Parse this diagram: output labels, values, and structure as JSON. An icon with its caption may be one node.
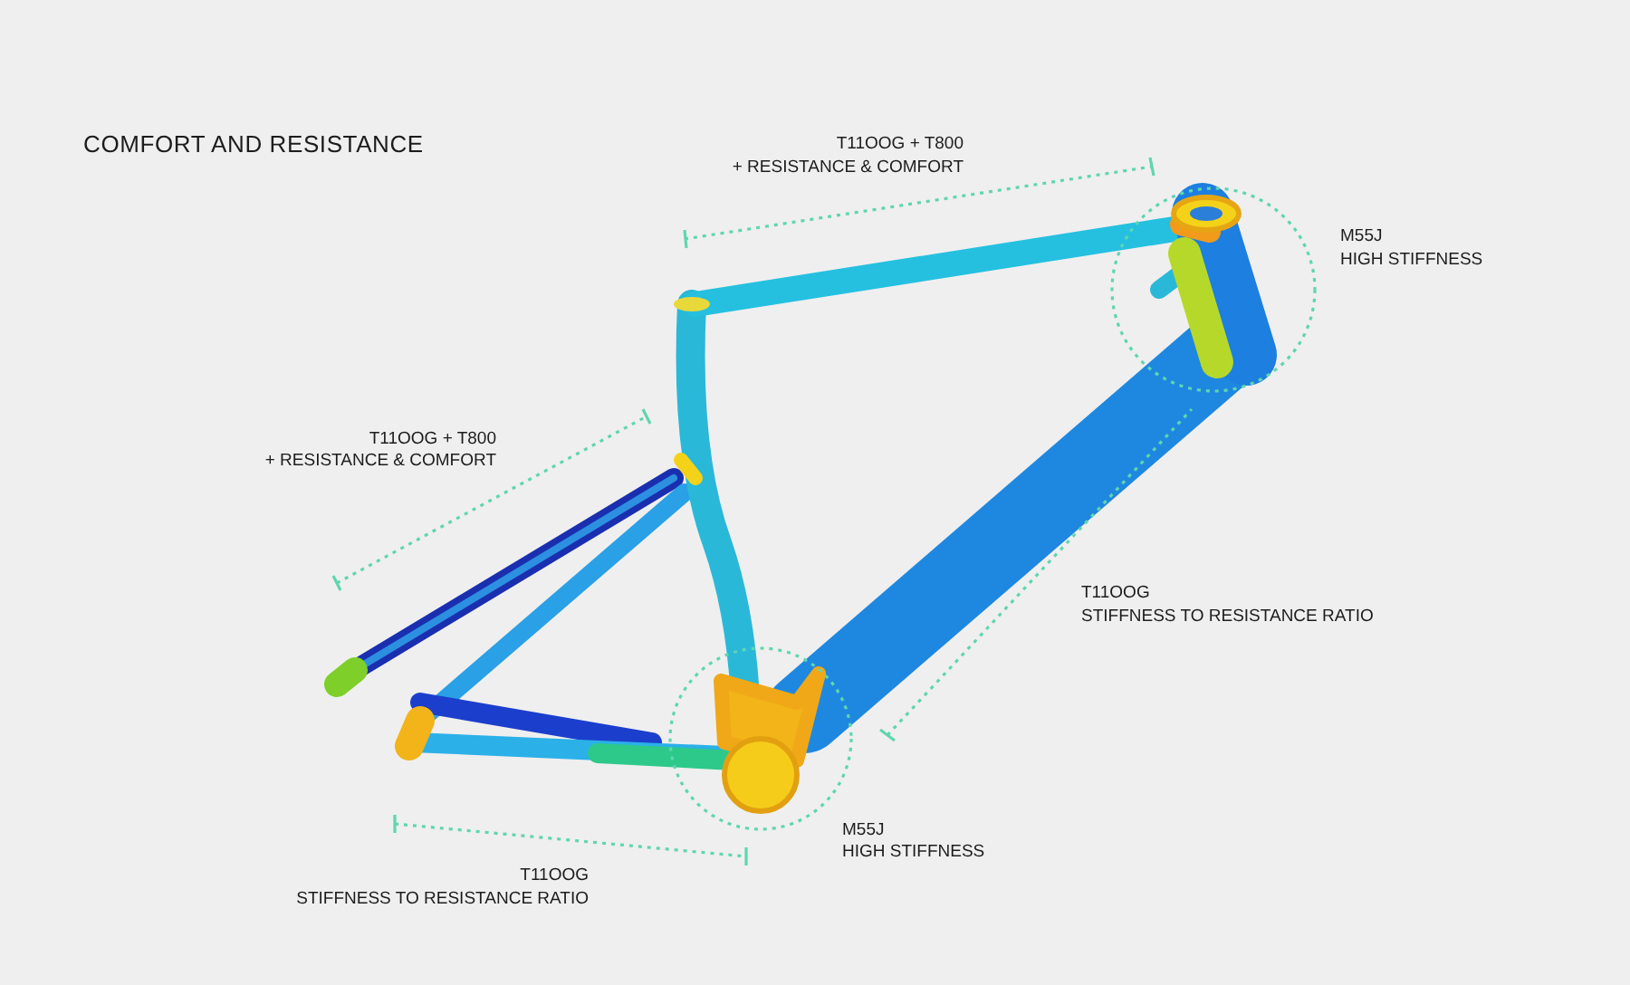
{
  "diagram": {
    "title": "COMFORT AND RESISTANCE",
    "labels": [
      "T11OOG + T800",
      "+ RESISTANCE & COMFORT",
      "M55J",
      "HIGH STIFFNESS",
      "T11OOG + T800",
      "+ RESISTANCE & COMFORT",
      "T11OOG",
      "STIFFNESS TO RESISTANCE RATIO",
      "M55J",
      "HIGH STIFFNESS",
      "T11OOG",
      "STIFFNESS TO RESISTANCE RATIO"
    ]
  }
}
